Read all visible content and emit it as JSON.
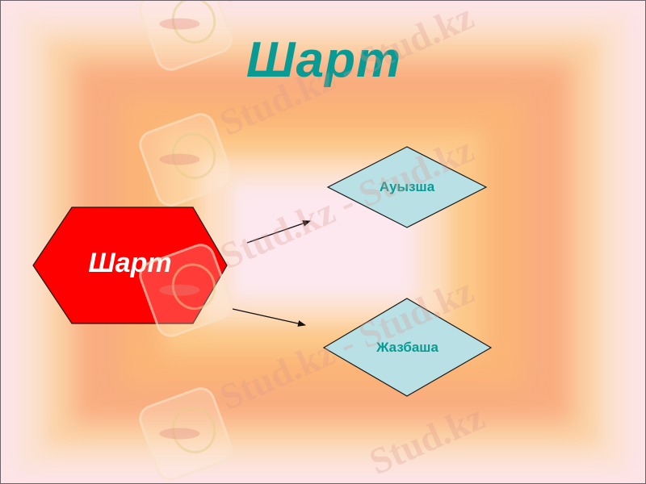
{
  "slide": {
    "title": "Шарт",
    "colors": {
      "title": "#0a9a94",
      "hexagon_fill": "#ff0000",
      "hexagon_text": "#ffffff",
      "diamond_fill": "#b9e1e5",
      "diamond_text": "#0a9a94",
      "outline": "#1a1a1a",
      "arrow": "#111111"
    }
  },
  "diagram": {
    "source": {
      "shape": "hexagon",
      "label": "Шарт"
    },
    "targets": [
      {
        "shape": "diamond",
        "label": "Ауызша"
      },
      {
        "shape": "diamond",
        "label": "Жазбаша"
      }
    ],
    "connectors": [
      {
        "from": "Шарт",
        "to": "Ауызша",
        "type": "arrow"
      },
      {
        "from": "Шарт",
        "to": "Жазбаша",
        "type": "arrow"
      }
    ]
  },
  "watermark": {
    "text_1": "Stud.kz",
    "text_2": "Stud.kz - Stud.kz",
    "text_3": "Stud.kz - Stud.kz",
    "text_4": "Stud.kz - Stud.kz",
    "text_5": "Stud.kz",
    "text_top": "St"
  }
}
